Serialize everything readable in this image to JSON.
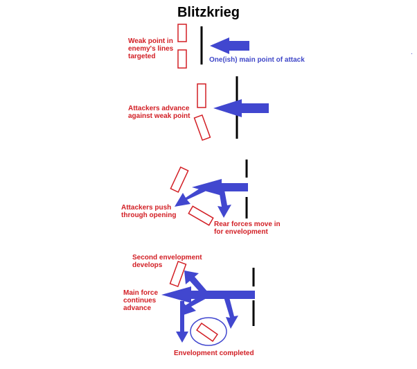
{
  "title": "Blitzkrieg",
  "colors": {
    "arrow": "#4147cf",
    "unit": "#d21e24",
    "line": "#000000",
    "red_text": "#d21e24",
    "blue_text": "#3f47c8"
  },
  "stage1": {
    "weak_point": "Weak point in\nenemy's lines\ntargeted",
    "attack_point": "One(ish) main point of attack"
  },
  "stage2": {
    "advance": "Attackers advance\nagainst weak point"
  },
  "stage3": {
    "push": "Attackers push\nthrough opening",
    "rear": "Rear forces move in\nfor envelopment"
  },
  "stage4": {
    "second": "Second envelopment\ndevelops",
    "main": "Main force\ncontinues\nadvance",
    "completed": "Envelopment completed"
  },
  "stray_mark": "."
}
